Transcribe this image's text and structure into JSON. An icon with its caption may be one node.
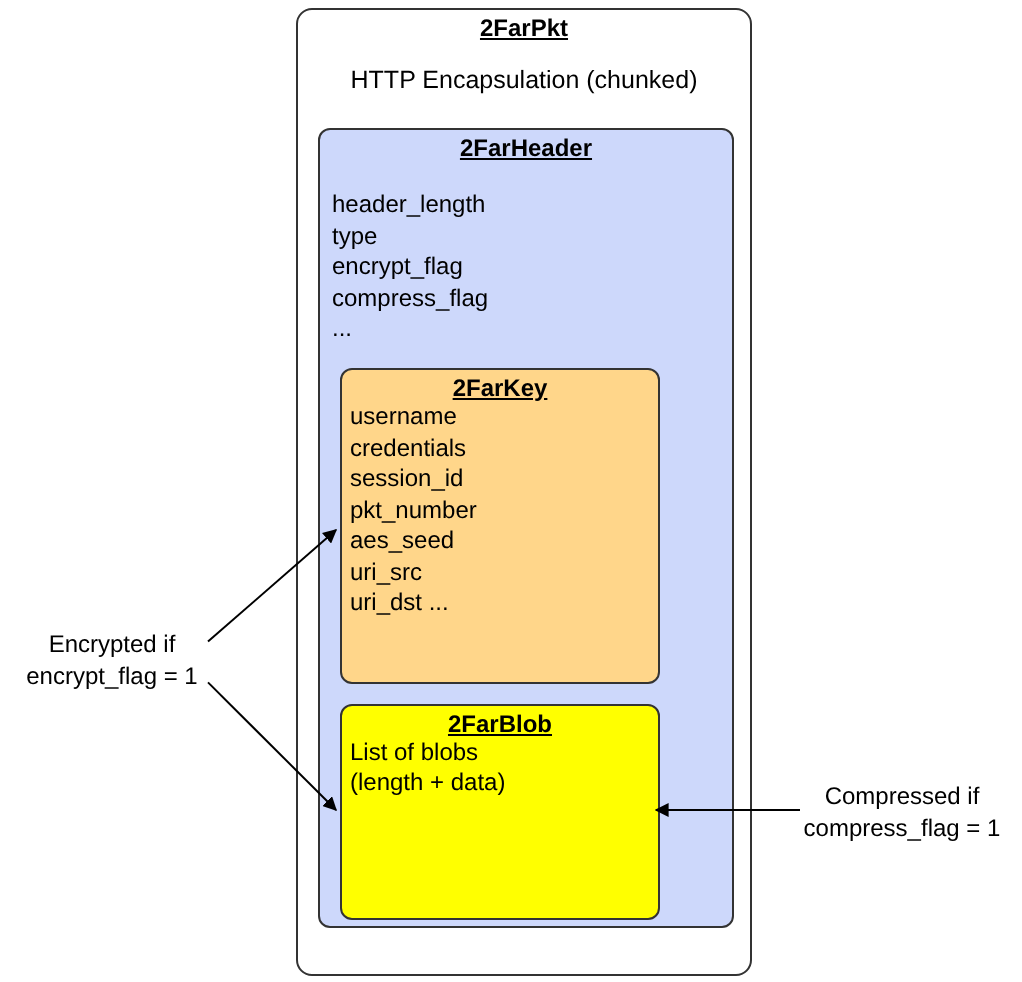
{
  "diagram": {
    "nodes": [
      {
        "text": [
          "2FarPkt",
          "HTTP Encapsulation (chunked)"
        ]
      },
      {
        "text": [
          "2FarHeader",
          "header_length type encrypt_flag compress_flag ..."
        ],
        "in": 0
      },
      {
        "text": [
          "2FarKey",
          "username credentials session_id pkt_number aes_seed uri_src uri_dst ..."
        ],
        "in": 1
      },
      {
        "text": [
          "2FarBlob",
          "List of blobs (length + data)"
        ],
        "in": 1
      },
      {
        "text": [
          "Encrypted if encrypt_flag = 1"
        ]
      },
      {
        "text": [
          "Compressed if compress_flag = 1"
        ]
      }
    ],
    "edges": [
      {
        "from": 4,
        "to": 2,
        "arrow": "to"
      },
      {
        "from": 4,
        "to": 3,
        "arrow": "to"
      },
      {
        "from": 5,
        "to": 3,
        "arrow": "to"
      }
    ]
  }
}
